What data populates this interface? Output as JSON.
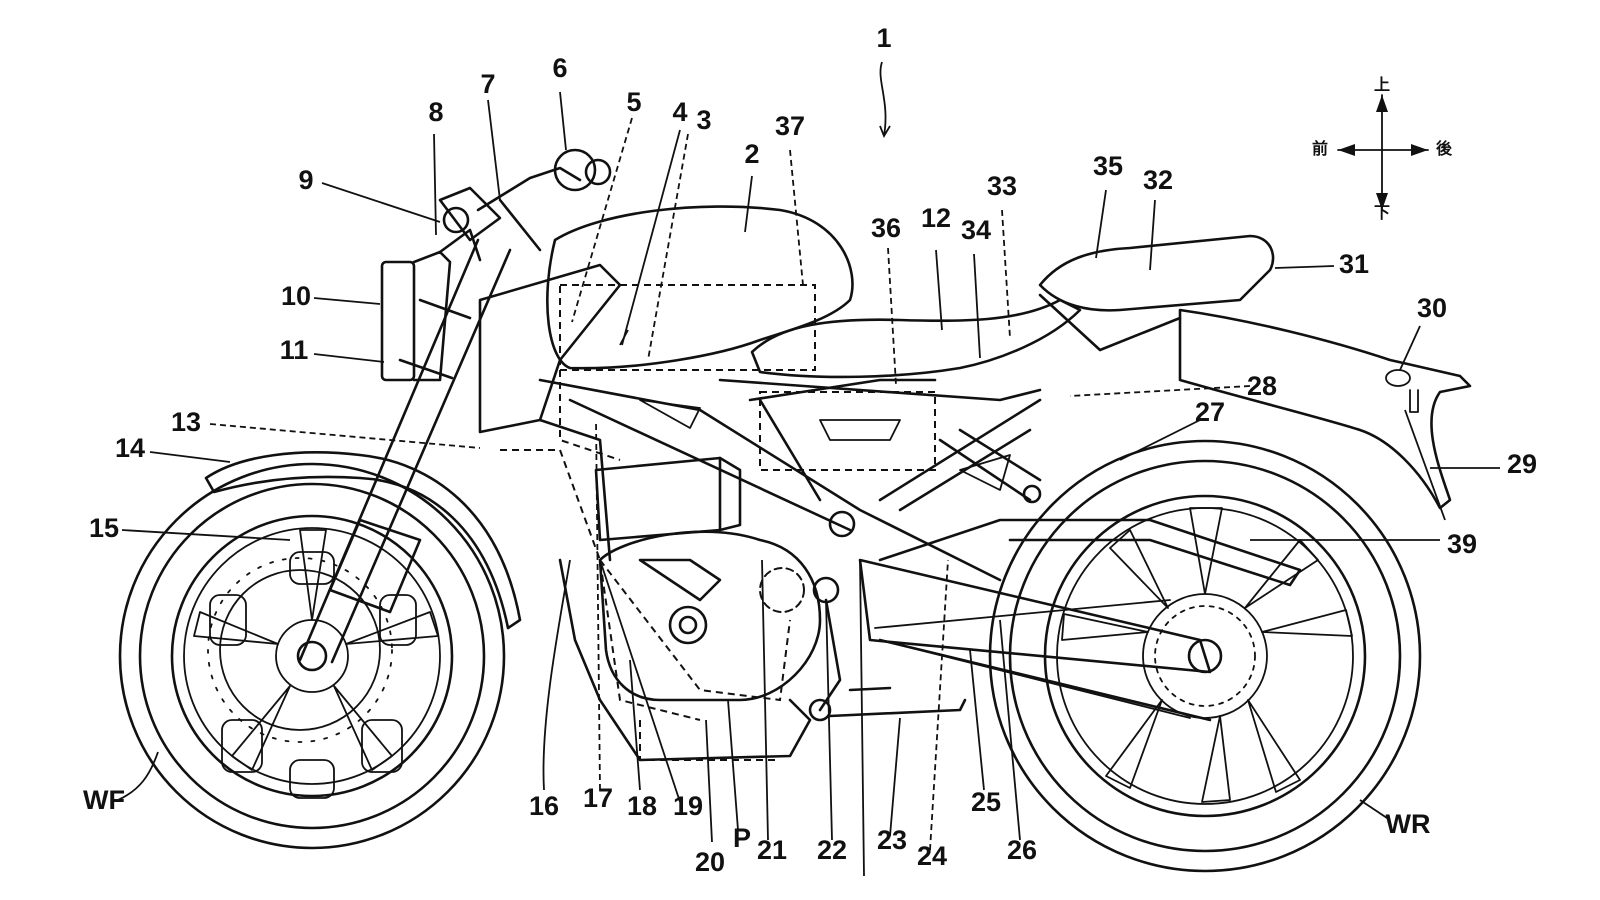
{
  "labels": [
    "1",
    "2",
    "3",
    "4",
    "5",
    "6",
    "7",
    "8",
    "9",
    "10",
    "11",
    "12",
    "13",
    "14",
    "15",
    "16",
    "17",
    "18",
    "19",
    "20",
    "21",
    "22",
    "23",
    "24",
    "25",
    "26",
    "27",
    "28",
    "29",
    "30",
    "31",
    "32",
    "33",
    "34",
    "35",
    "36",
    "37",
    "39",
    "P",
    "WF",
    "WR"
  ],
  "compass": {
    "up": "上",
    "down": "下",
    "front": "前",
    "rear": "後"
  }
}
